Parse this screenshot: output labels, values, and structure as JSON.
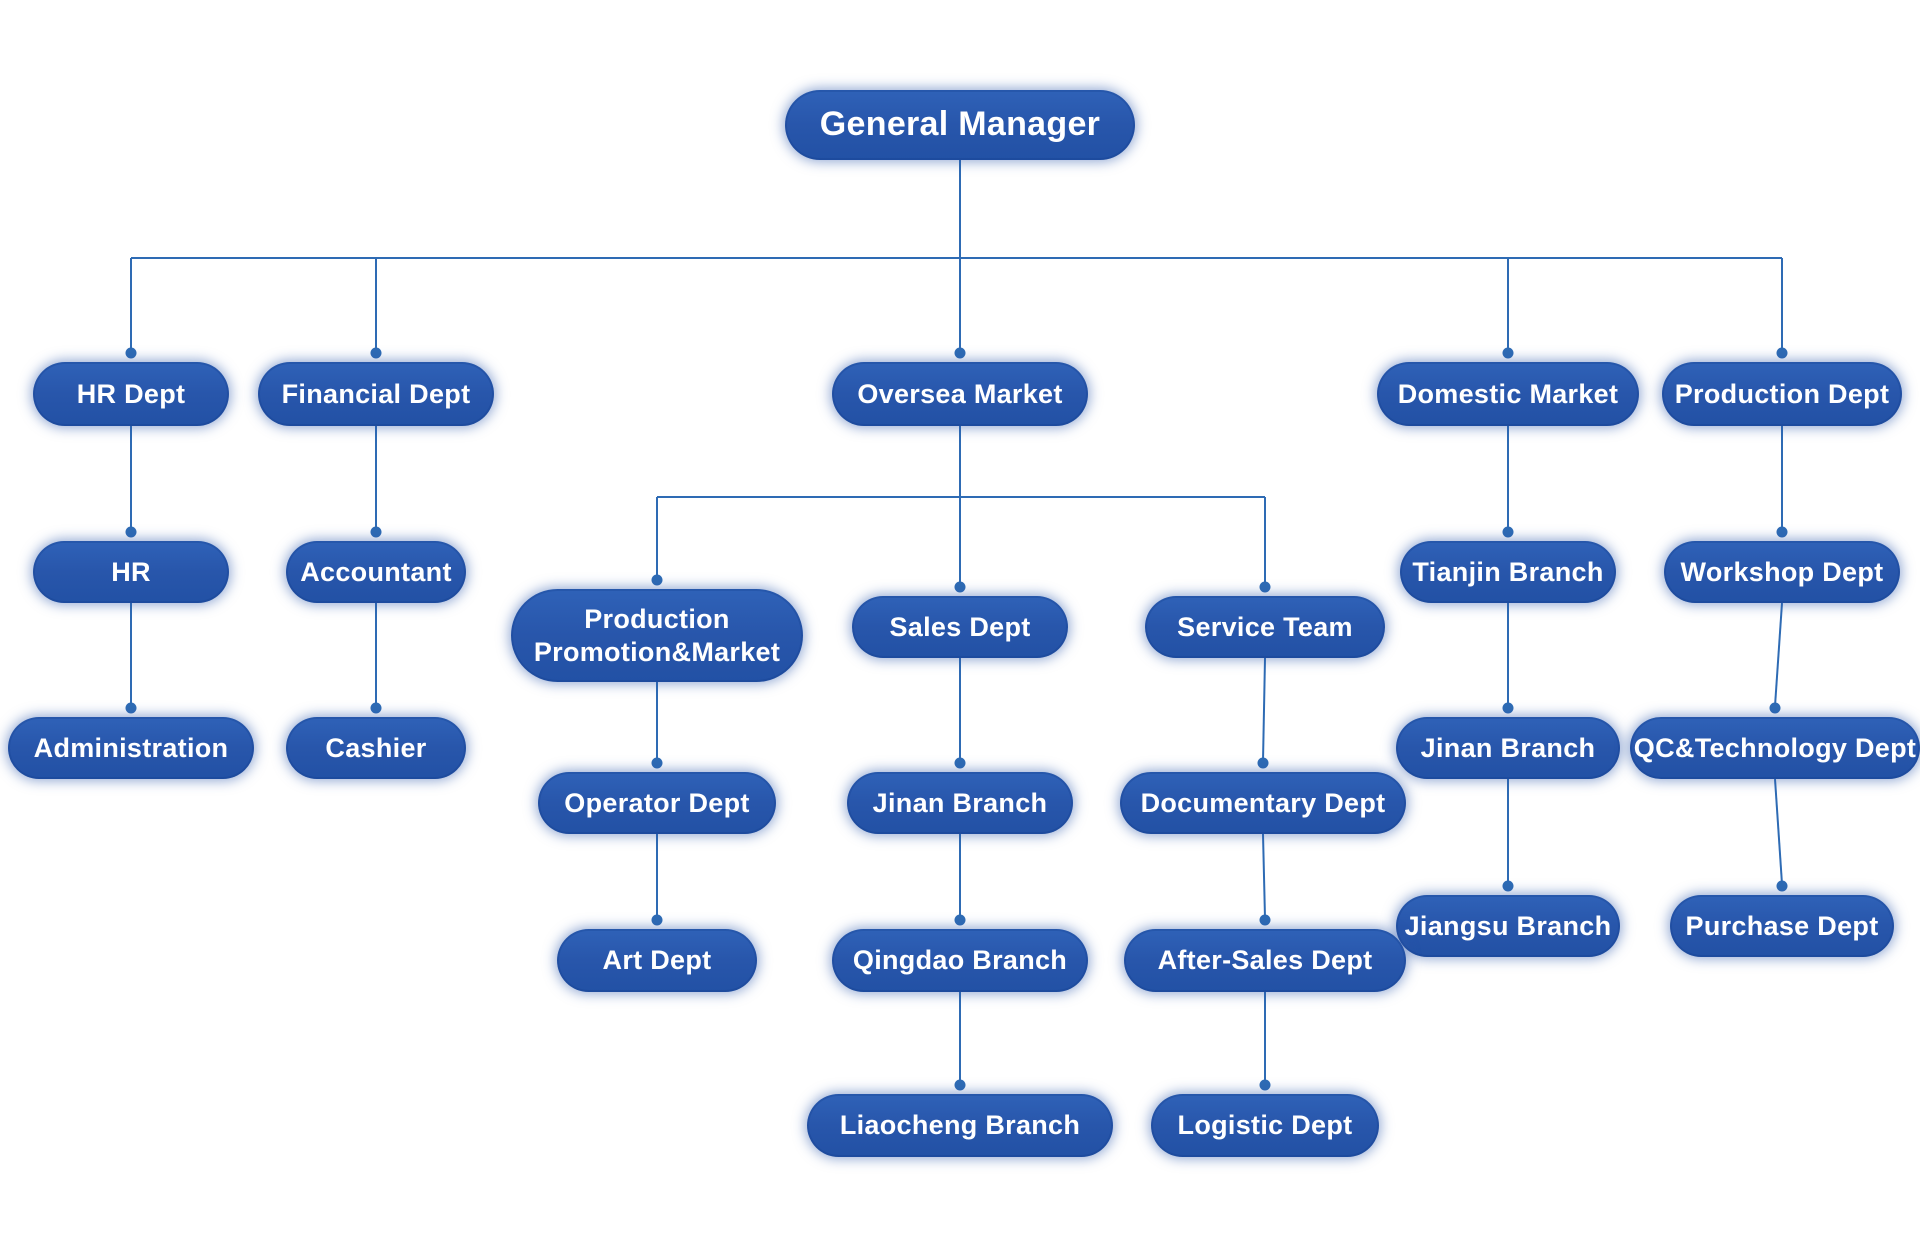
{
  "colors": {
    "background": "#ffffff",
    "connector": "#2e6bb4",
    "node_fill_top": "#2f62b8",
    "node_fill_mid": "#2856ab",
    "node_fill_bottom": "#2251a5",
    "node_text": "#ffffff"
  },
  "org": {
    "root_id": "gm",
    "nodes": [
      {
        "id": "gm",
        "parent": null,
        "label": "General Manager"
      },
      {
        "id": "hr_dept",
        "parent": "gm",
        "label": "HR Dept"
      },
      {
        "id": "financial",
        "parent": "gm",
        "label": "Financial Dept"
      },
      {
        "id": "oversea",
        "parent": "gm",
        "label": "Oversea Market"
      },
      {
        "id": "domestic",
        "parent": "gm",
        "label": "Domestic Market"
      },
      {
        "id": "production",
        "parent": "gm",
        "label": "Production Dept"
      },
      {
        "id": "hr",
        "parent": "hr_dept",
        "label": "HR"
      },
      {
        "id": "accountant",
        "parent": "financial",
        "label": "Accountant"
      },
      {
        "id": "tianjin",
        "parent": "domestic",
        "label": "Tianjin Branch"
      },
      {
        "id": "workshop",
        "parent": "production",
        "label": "Workshop Dept"
      },
      {
        "id": "ppm",
        "parent": "oversea",
        "label": "Production\nPromotion&Market"
      },
      {
        "id": "sales",
        "parent": "oversea",
        "label": "Sales Dept"
      },
      {
        "id": "service",
        "parent": "oversea",
        "label": "Service Team"
      },
      {
        "id": "administration",
        "parent": "hr",
        "label": "Administration"
      },
      {
        "id": "cashier",
        "parent": "accountant",
        "label": "Cashier"
      },
      {
        "id": "jinan_right",
        "parent": "tianjin",
        "label": "Jinan Branch"
      },
      {
        "id": "qc_tech",
        "parent": "workshop",
        "label": "QC&Technology Dept"
      },
      {
        "id": "operator",
        "parent": "ppm",
        "label": "Operator Dept"
      },
      {
        "id": "jinan_center",
        "parent": "sales",
        "label": "Jinan Branch"
      },
      {
        "id": "documentary",
        "parent": "service",
        "label": "Documentary Dept"
      },
      {
        "id": "jiangsu",
        "parent": "jinan_right",
        "label": "Jiangsu Branch"
      },
      {
        "id": "purchase",
        "parent": "qc_tech",
        "label": "Purchase Dept"
      },
      {
        "id": "art",
        "parent": "operator",
        "label": "Art Dept"
      },
      {
        "id": "qingdao",
        "parent": "jinan_center",
        "label": "Qingdao Branch"
      },
      {
        "id": "after_sales",
        "parent": "documentary",
        "label": "After-Sales Dept"
      },
      {
        "id": "liaocheng",
        "parent": "qingdao",
        "label": "Liaocheng Branch"
      },
      {
        "id": "logistic",
        "parent": "after_sales",
        "label": "Logistic Dept"
      }
    ]
  }
}
